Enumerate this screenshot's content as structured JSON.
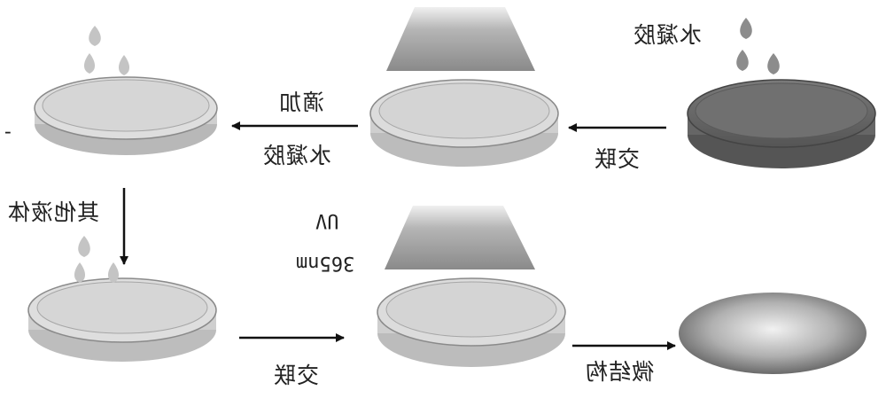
{
  "labels": {
    "hydrogel_top_right": "水凝胶",
    "crosslink_top": "交联",
    "drop_add": "滴加",
    "hydrogel_middle": "水凝胶",
    "other_liquid": "其他液体",
    "uv": "UV",
    "wavelength": "365nm",
    "crosslink_bottom": "交联",
    "microstructure": "微结构",
    "dash": "-"
  },
  "colors": {
    "dish_light": "#d9d9d9",
    "dish_rim": "#bdbdbd",
    "dish_dark": "#6e6e6e",
    "lamp": "#9a9a9a",
    "drop": "#bcbcbc",
    "arrow": "#111111"
  }
}
